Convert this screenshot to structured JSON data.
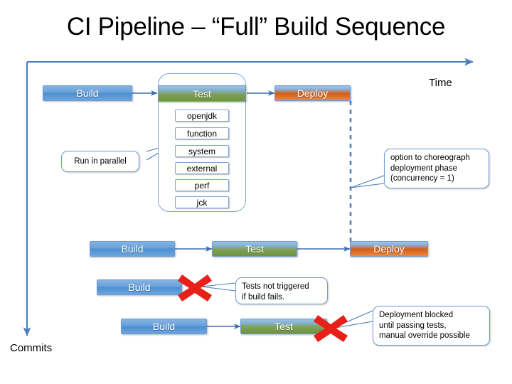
{
  "slide": {
    "title": "CI Pipeline – “Full” Build Sequence"
  },
  "axes": {
    "time_label": "Time",
    "commits_label": "Commits",
    "axis_color": "#4a7ebb"
  },
  "colors": {
    "build": "#6aa2da",
    "test": "#7f9f53",
    "deploy": "#d4601a",
    "connector": "#4a7ebb",
    "x_mark": "#e8201a",
    "callout_border": "#6f9ad3"
  },
  "rows": [
    {
      "name": "full-pipeline-row",
      "stages": [
        {
          "label": "Build",
          "type": "build"
        },
        {
          "label": "Test",
          "type": "test"
        },
        {
          "label": "Deploy",
          "type": "deploy"
        }
      ]
    },
    {
      "name": "second-pipeline-row",
      "stages": [
        {
          "label": "Build",
          "type": "build"
        },
        {
          "label": "Test",
          "type": "test"
        },
        {
          "label": "Deploy",
          "type": "deploy"
        }
      ]
    },
    {
      "name": "failed-build-row",
      "stages": [
        {
          "label": "Build",
          "type": "build"
        }
      ]
    },
    {
      "name": "failed-test-row",
      "stages": [
        {
          "label": "Build",
          "type": "build"
        },
        {
          "label": "Test",
          "type": "test"
        }
      ]
    }
  ],
  "test_group": {
    "header_label": "Test",
    "subtests": [
      {
        "label": "openjdk"
      },
      {
        "label": "function"
      },
      {
        "label": "system"
      },
      {
        "label": "external"
      },
      {
        "label": "perf"
      },
      {
        "label": "jck"
      }
    ]
  },
  "callouts": {
    "run_in_parallel": "Run in parallel",
    "choreograph": "option to choreograph\ndeployment phase\n(concurrency = 1)",
    "choreograph_lines": [
      "option to choreograph",
      "deployment phase",
      "(concurrency = 1)"
    ],
    "tests_not_triggered_lines": [
      "Tests not triggered",
      "if build fails."
    ],
    "deployment_blocked_lines": [
      "Deployment blocked",
      "until passing tests,",
      "manual override possible"
    ]
  }
}
